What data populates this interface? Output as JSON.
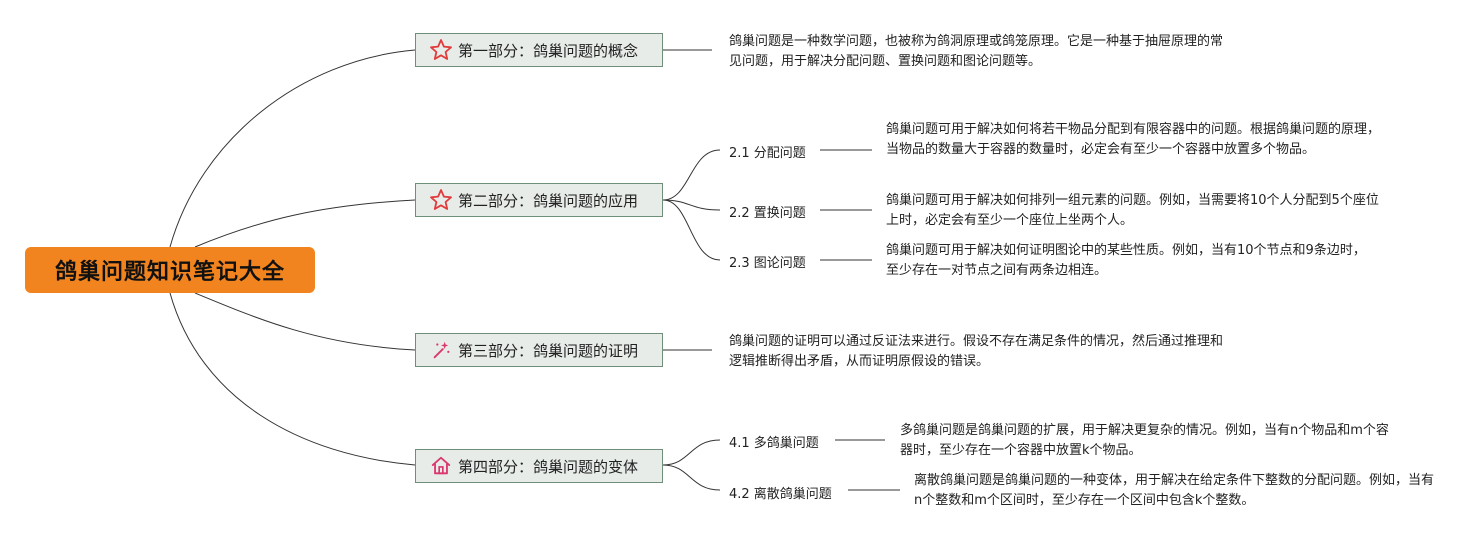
{
  "root": {
    "title": "鸽巢问题知识笔记大全"
  },
  "branches": [
    {
      "label": "第一部分：鸽巢问题的概念",
      "icon": "star-icon",
      "desc": "鸽巢问题是一种数学问题，也被称为鸽洞原理或鸽笼原理。它是一种基于抽屉原理的常见问题，用于解决分配问题、置换问题和图论问题等。"
    },
    {
      "label": "第二部分：鸽巢问题的应用",
      "icon": "star-icon",
      "subs": [
        {
          "label": "2.1 分配问题",
          "desc": "鸽巢问题可用于解决如何将若干物品分配到有限容器中的问题。根据鸽巢问题的原理，当物品的数量大于容器的数量时，必定会有至少一个容器中放置多个物品。"
        },
        {
          "label": "2.2 置换问题",
          "desc": "鸽巢问题可用于解决如何排列一组元素的问题。例如，当需要将10个人分配到5个座位上时，必定会有至少一个座位上坐两个人。"
        },
        {
          "label": "2.3 图论问题",
          "desc": "鸽巢问题可用于解决如何证明图论中的某些性质。例如，当有10个节点和9条边时，至少存在一对节点之间有两条边相连。"
        }
      ]
    },
    {
      "label": "第三部分：鸽巢问题的证明",
      "icon": "magic-wand-icon",
      "desc": "鸽巢问题的证明可以通过反证法来进行。假设不存在满足条件的情况，然后通过推理和逻辑推断得出矛盾，从而证明原假设的错误。"
    },
    {
      "label": "第四部分：鸽巢问题的变体",
      "icon": "home-icon",
      "subs": [
        {
          "label": "4.1 多鸽巢问题",
          "desc": "多鸽巢问题是鸽巢问题的扩展，用于解决更复杂的情况。例如，当有n个物品和m个容器时，至少存在一个容器中放置k个物品。"
        },
        {
          "label": "4.2 离散鸽巢问题",
          "desc": "离散鸽巢问题是鸽巢问题的一种变体，用于解决在给定条件下整数的分配问题。例如，当有n个整数和m个区间时，至少存在一个区间中包含k个整数。"
        }
      ]
    }
  ],
  "colors": {
    "root": "#f2841f",
    "branch_fill": "#e8ece9",
    "branch_border": "#6f8f7a",
    "icon_red": "#e03c3c",
    "connector": "#333333"
  }
}
